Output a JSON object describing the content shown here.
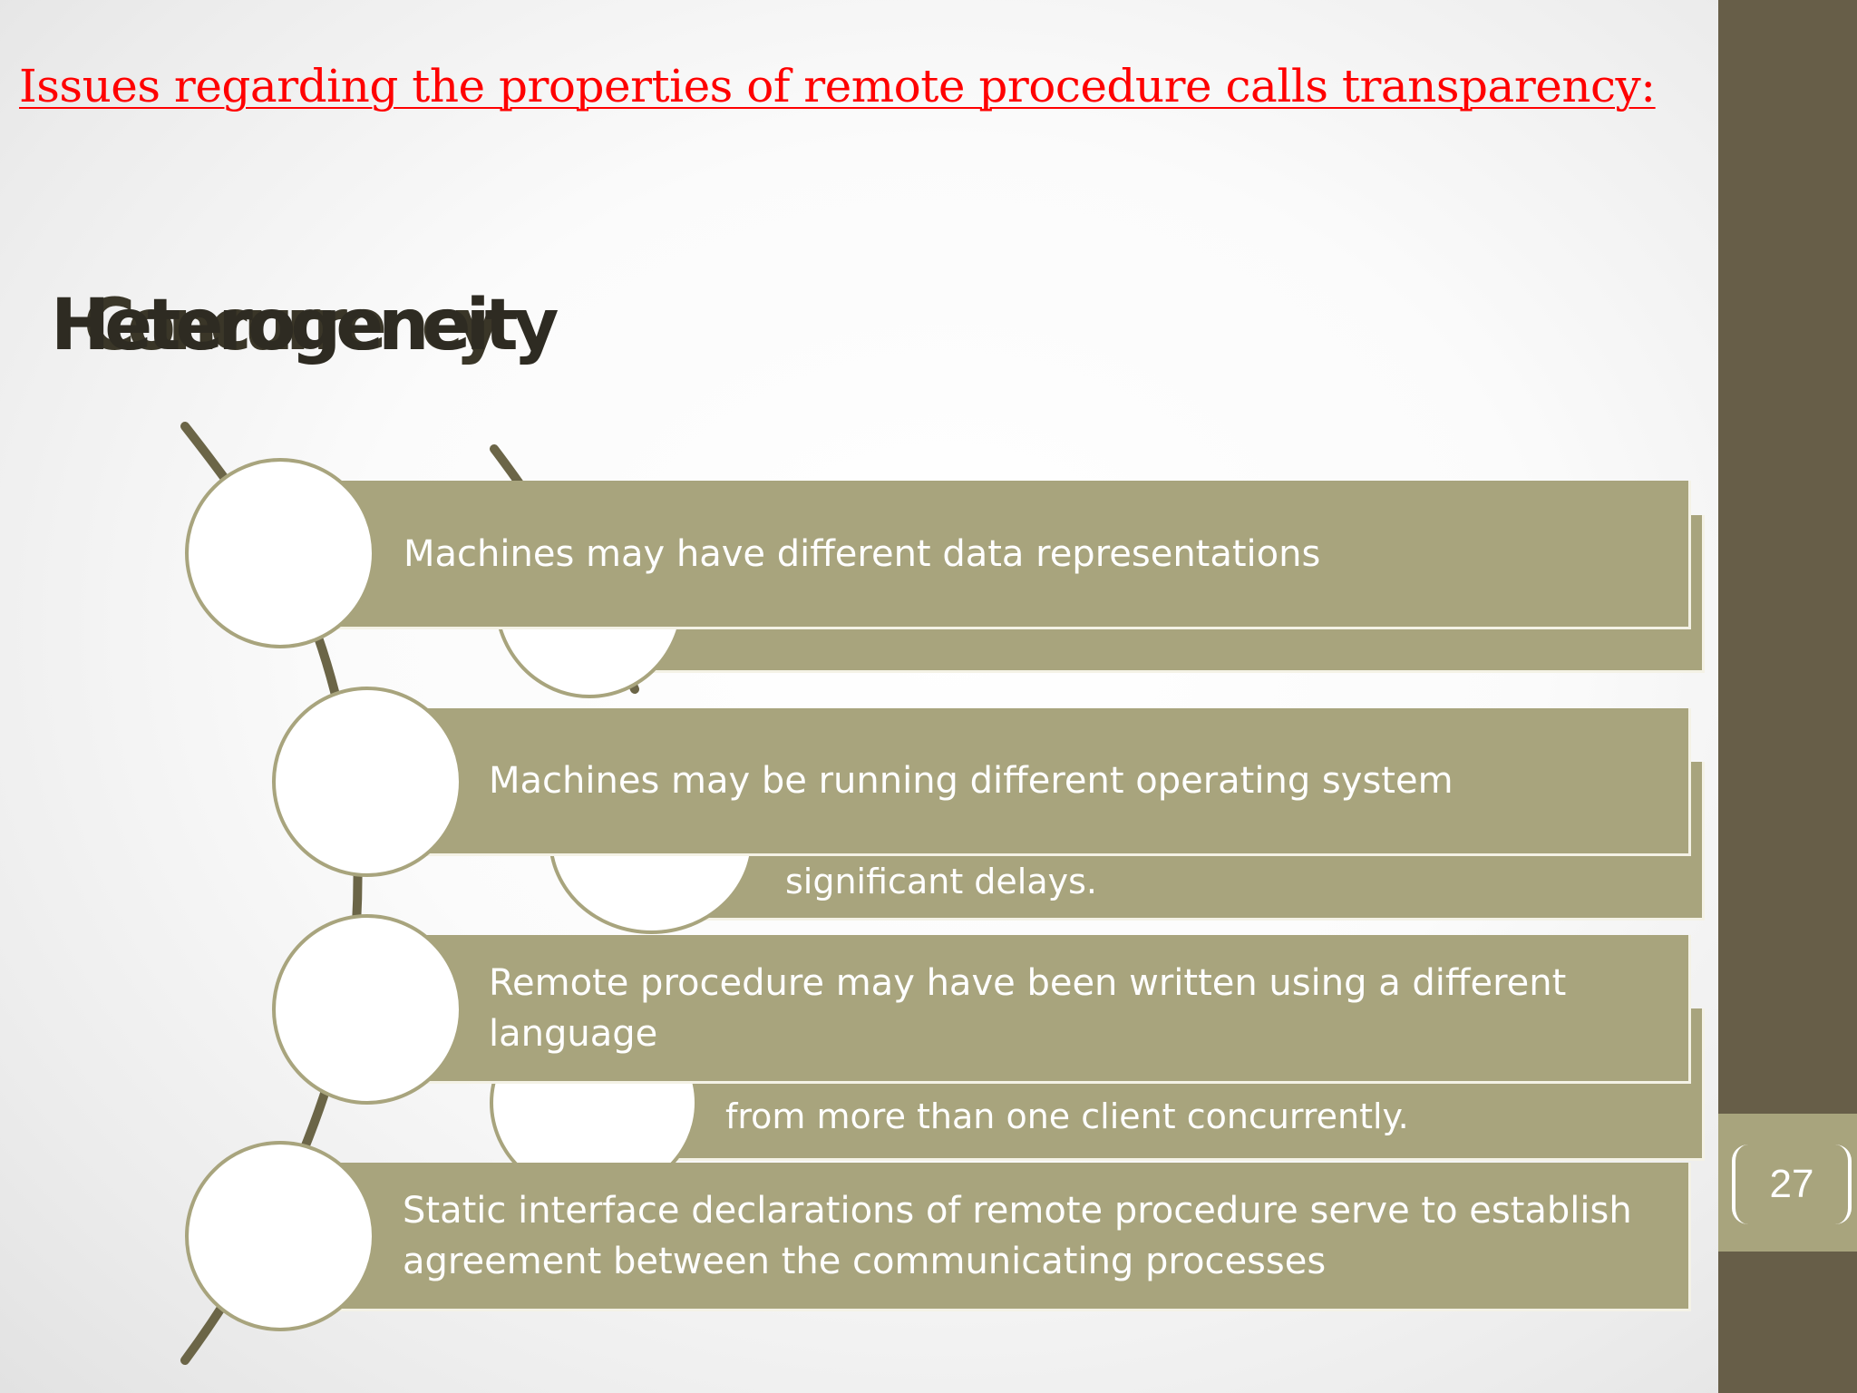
{
  "slide": {
    "title": "Issues regarding the properties of remote procedure calls transparency:",
    "heading_back": "Heterogeneity",
    "heading_front": "Concurrency",
    "page_number": "27"
  },
  "front_items": [
    {
      "text": "Machines may have different data representations"
    },
    {
      "text": "Machines may be running different operating system"
    },
    {
      "text": "Remote procedure may have been written using a different language"
    },
    {
      "text": "Static interface declarations of remote procedure serve to establish agreement between the communicating processes"
    }
  ],
  "back_items": [
    {
      "text": "significant delays."
    },
    {
      "text": "from more than one client concurrently."
    }
  ],
  "colors": {
    "accent": "#a8a47d",
    "sidebar": "#675e48",
    "title": "#ff0000",
    "curve": "#6b6547"
  }
}
